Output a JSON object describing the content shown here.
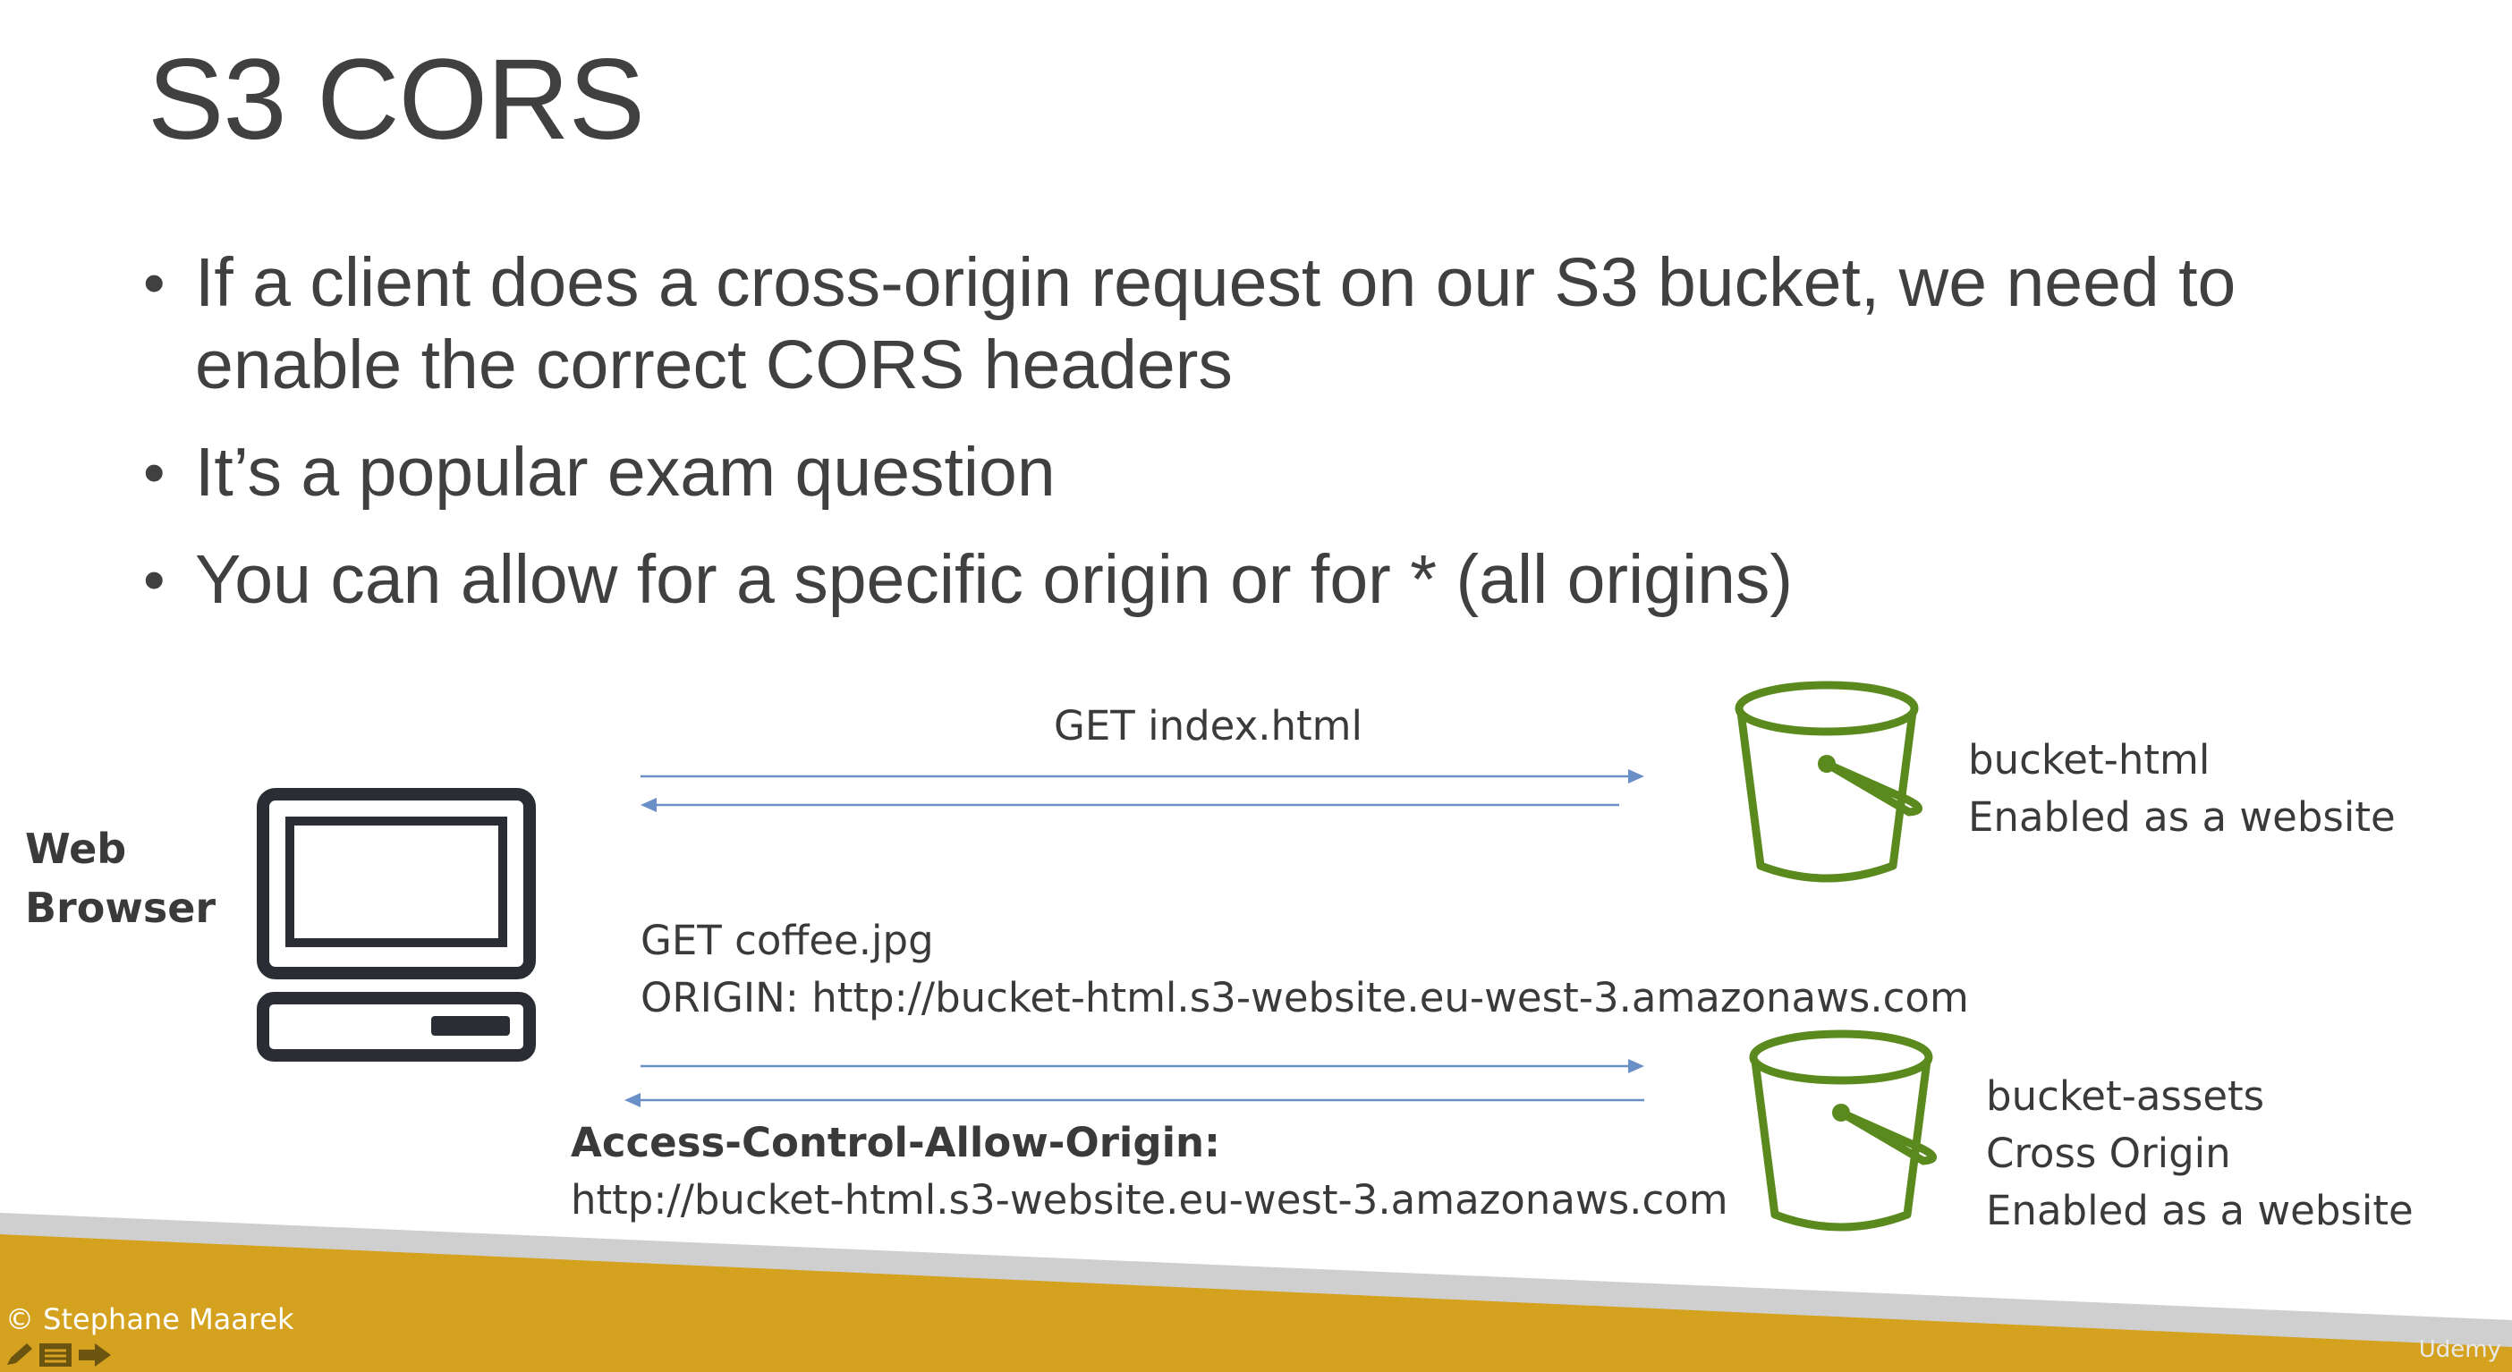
{
  "slide": {
    "title": "S3 CORS",
    "bullets": [
      "If a client does a cross-origin request on our S3 bucket, we need to enable the correct CORS headers",
      "It’s a popular exam question",
      "You can allow for a specific origin or for * (all origins)"
    ]
  },
  "diagram": {
    "browser_label_line1": "Web",
    "browser_label_line2": "Browser",
    "request1": "GET index.html",
    "bucket1": {
      "name": "bucket-html",
      "desc": "Enabled as a website"
    },
    "request2_line1": "GET coffee.jpg",
    "request2_line2": "ORIGIN: http://bucket-html.s3-website.eu-west-3.amazonaws.com",
    "response2_header": "Access-Control-Allow-Origin:",
    "response2_value": "http://bucket-html.s3-website.eu-west-3.amazonaws.com",
    "bucket2": {
      "name": "bucket-assets",
      "line2": "Cross Origin",
      "line3": "Enabled as a website"
    }
  },
  "footer": {
    "copyright": "© Stephane Maarek",
    "watermark": "Udemy"
  },
  "colors": {
    "bucket_green": "#5a8a1e",
    "arrow_blue": "#6b8fc7",
    "footer_gold": "#d4a21f",
    "footer_gray": "#cfcfcf"
  }
}
